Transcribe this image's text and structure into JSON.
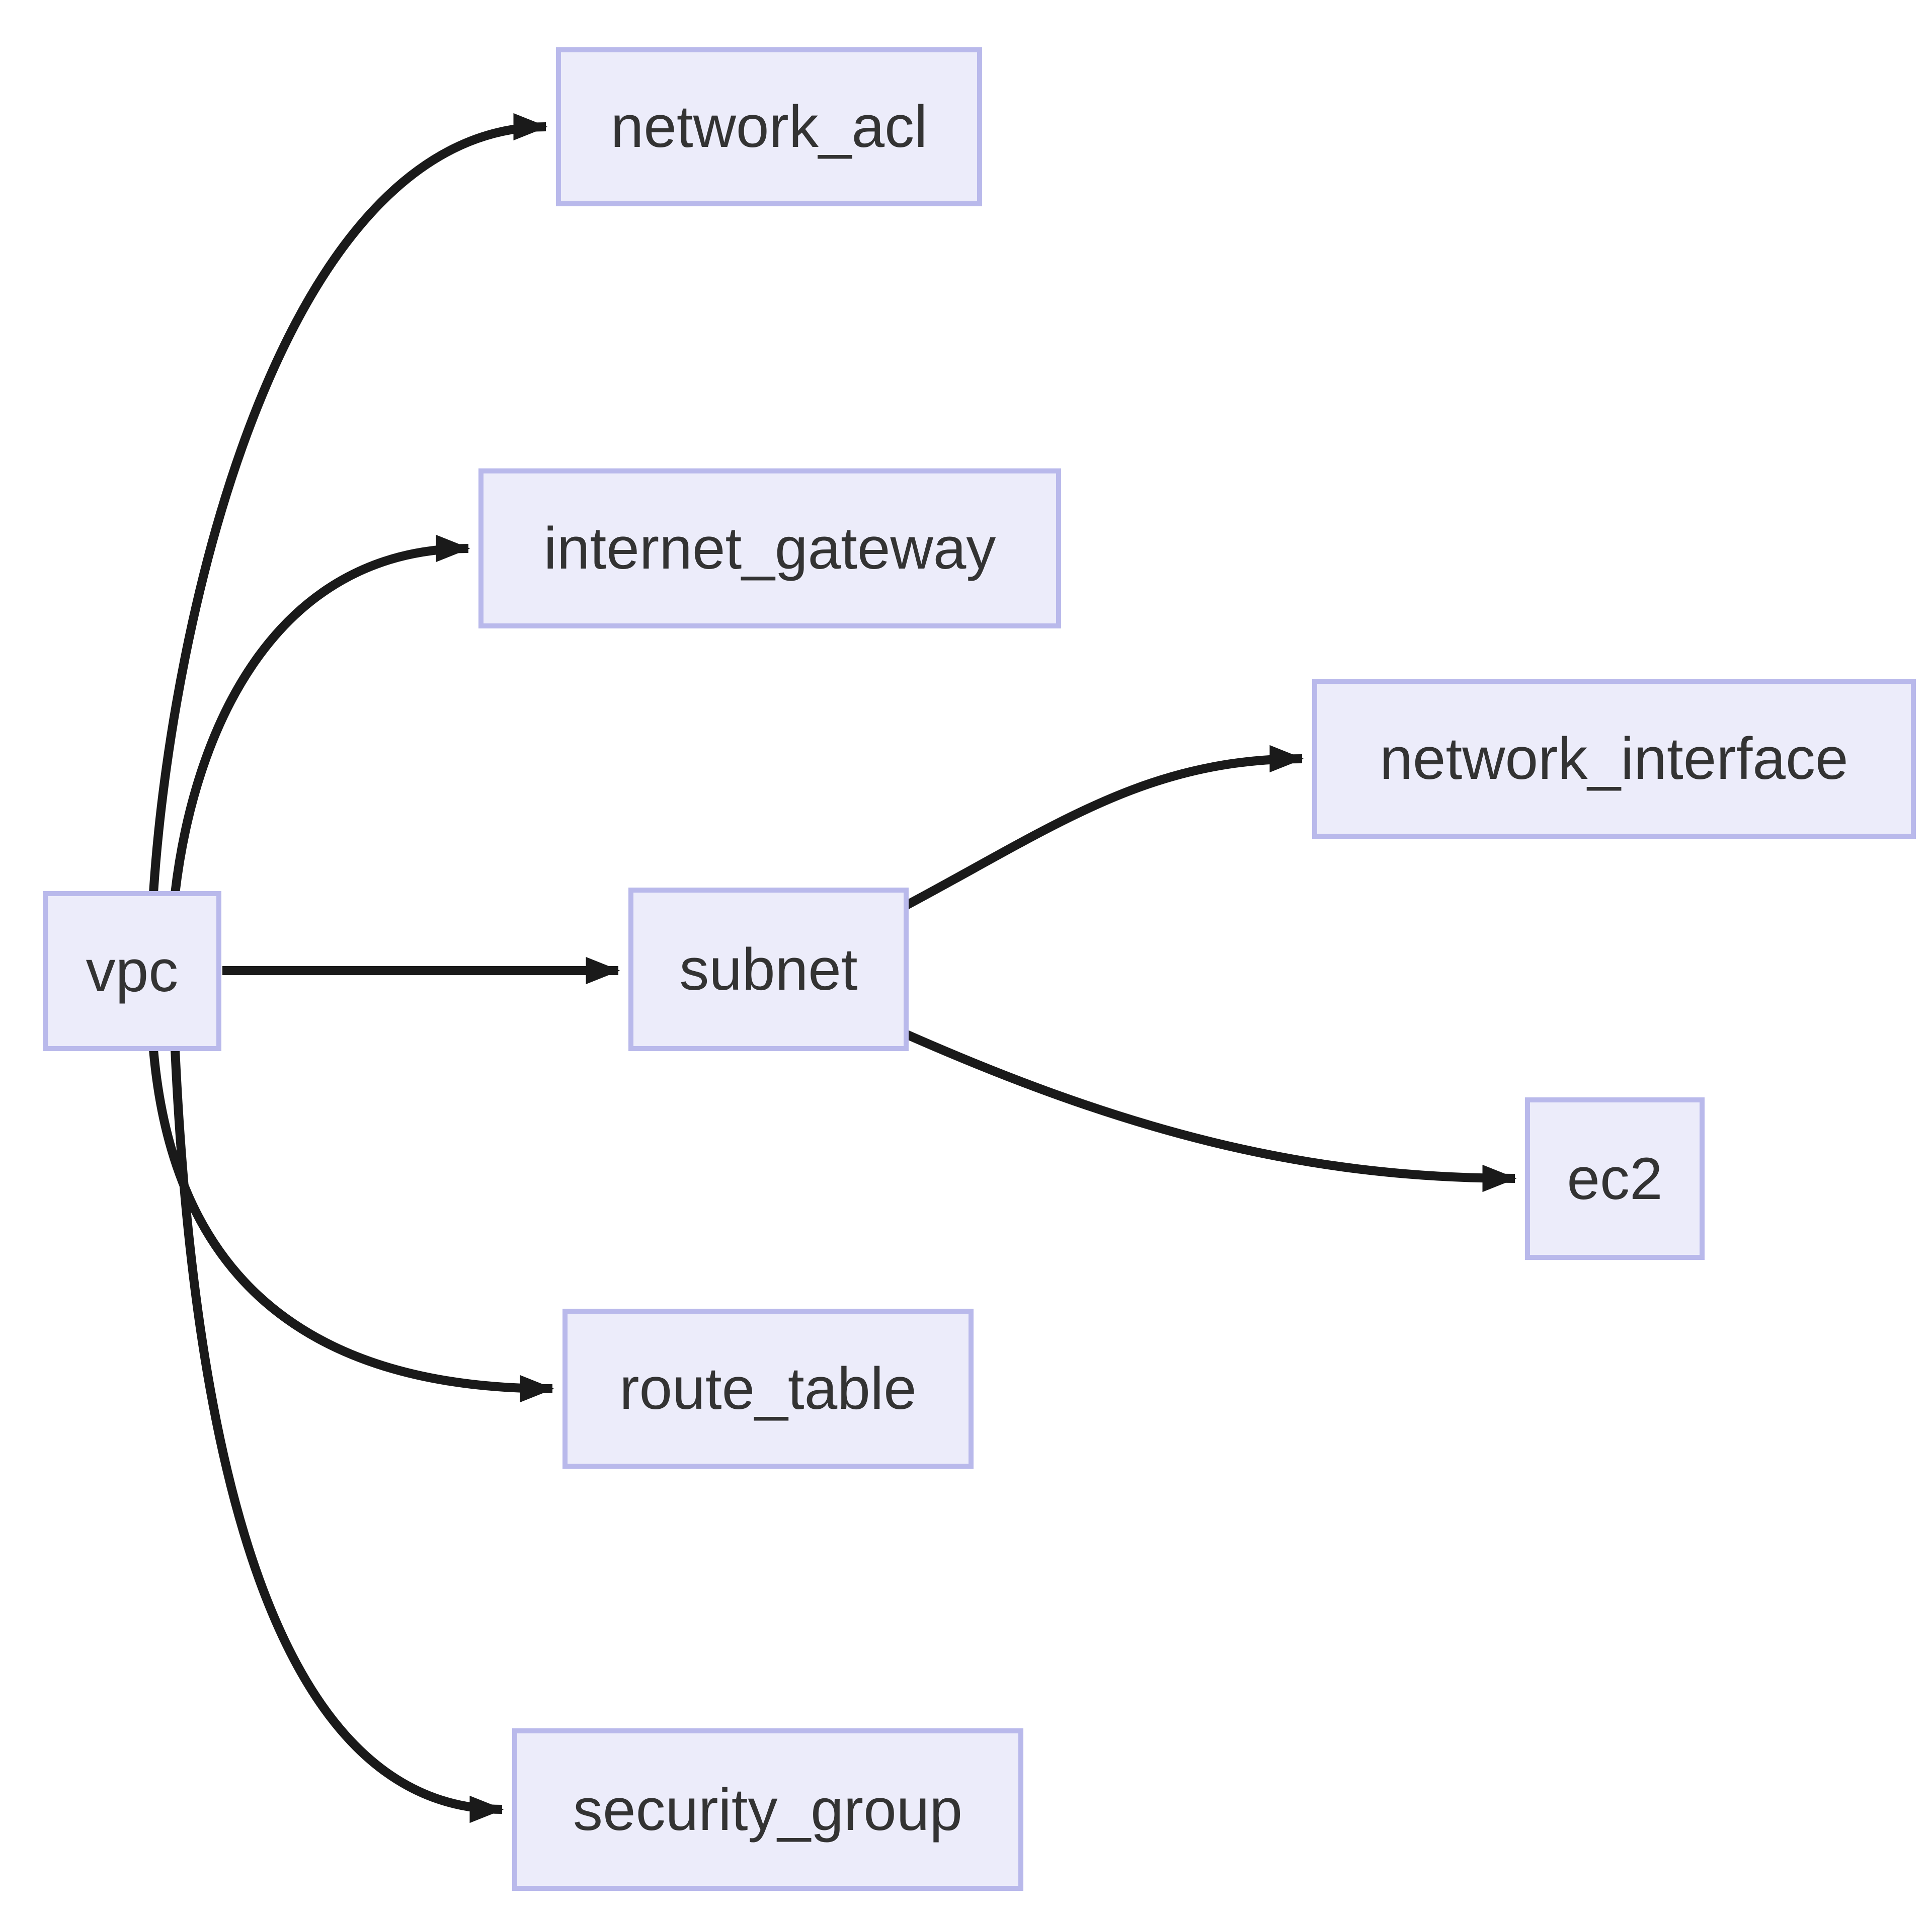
{
  "diagram": {
    "type": "graph",
    "background_color": "#ffffff",
    "node_fill_color": "#ececfa",
    "node_border_color": "#b9b9eb",
    "node_text_color": "#333333",
    "edge_color": "#1a1a1a",
    "nodes": {
      "vpc": {
        "label": "vpc"
      },
      "network_acl": {
        "label": "network_acl"
      },
      "internet_gateway": {
        "label": "internet_gateway"
      },
      "subnet": {
        "label": "subnet"
      },
      "network_interface": {
        "label": "network_interface"
      },
      "ec2": {
        "label": "ec2"
      },
      "route_table": {
        "label": "route_table"
      },
      "security_group": {
        "label": "security_group"
      }
    },
    "edges": [
      {
        "from": "vpc",
        "to": "network_acl"
      },
      {
        "from": "vpc",
        "to": "internet_gateway"
      },
      {
        "from": "vpc",
        "to": "subnet"
      },
      {
        "from": "vpc",
        "to": "route_table"
      },
      {
        "from": "vpc",
        "to": "security_group"
      },
      {
        "from": "subnet",
        "to": "network_interface"
      },
      {
        "from": "subnet",
        "to": "ec2"
      }
    ]
  }
}
